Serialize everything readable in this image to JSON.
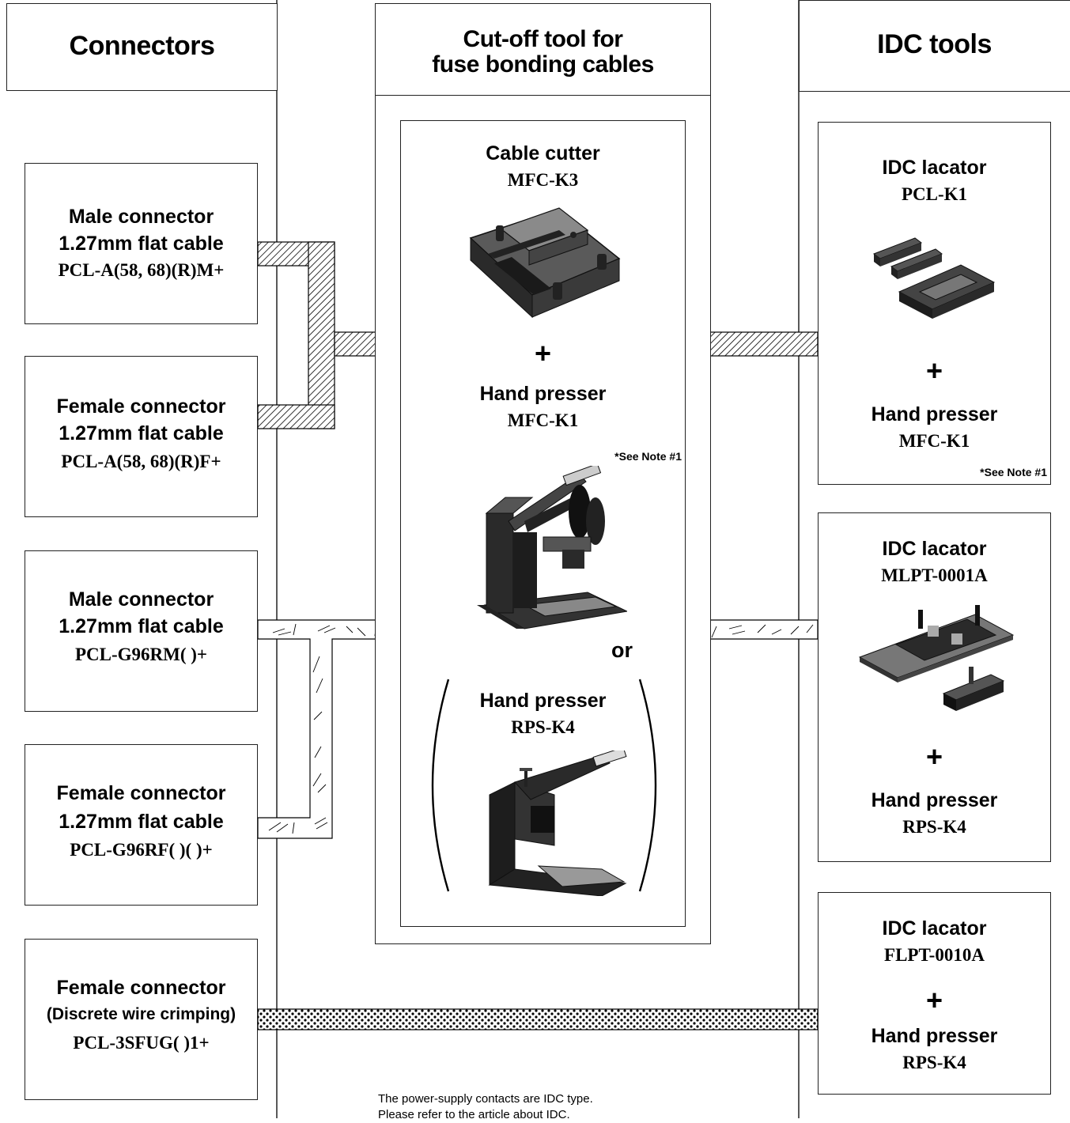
{
  "columns": {
    "connectors": "Connectors",
    "cutoff": [
      "Cut-off tool for",
      "fuse bonding cables"
    ],
    "idc": "IDC tools"
  },
  "connectors": [
    {
      "title": [
        "Male connector",
        "1.27mm flat cable"
      ],
      "part": "PCL-A(58, 68)(R)M+"
    },
    {
      "title": [
        "Female connector",
        "1.27mm flat cable"
      ],
      "part": "PCL-A(58, 68)(R)F+"
    },
    {
      "title": [
        "Male connector",
        "1.27mm flat cable"
      ],
      "part": "PCL-G96RM(  )+"
    },
    {
      "title": [
        "Female connector",
        "1.27mm flat cable"
      ],
      "part": "PCL-G96RF(  )(  )+"
    },
    {
      "title": [
        "Female connector",
        "(Discrete wire crimping)"
      ],
      "part": "PCL-3SFUG(  )1+"
    }
  ],
  "cutoff_tool": {
    "cutter_title": "Cable cutter",
    "cutter_part": "MFC-K3",
    "plus": "+",
    "presser_title": "Hand presser",
    "presser_part": "MFC-K1",
    "note": "*See Note #1",
    "or": "or",
    "alt_presser_title": "Hand presser",
    "alt_presser_part": "RPS-K4"
  },
  "idc_tools": [
    {
      "title": "IDC lacator",
      "part": "PCL-K1",
      "plus": "+",
      "presser_title": "Hand presser",
      "presser_part": "MFC-K1",
      "note": "*See Note #1"
    },
    {
      "title": "IDC lacator",
      "part": "MLPT-0001A",
      "plus": "+",
      "presser_title": "Hand presser",
      "presser_part": "RPS-K4"
    },
    {
      "title": "IDC lacator",
      "part": "FLPT-0010A",
      "plus": "+",
      "presser_title": "Hand presser",
      "presser_part": "RPS-K4"
    }
  ],
  "footnote": [
    "The power-supply contacts are IDC type.",
    "Please refer to the article about IDC."
  ]
}
